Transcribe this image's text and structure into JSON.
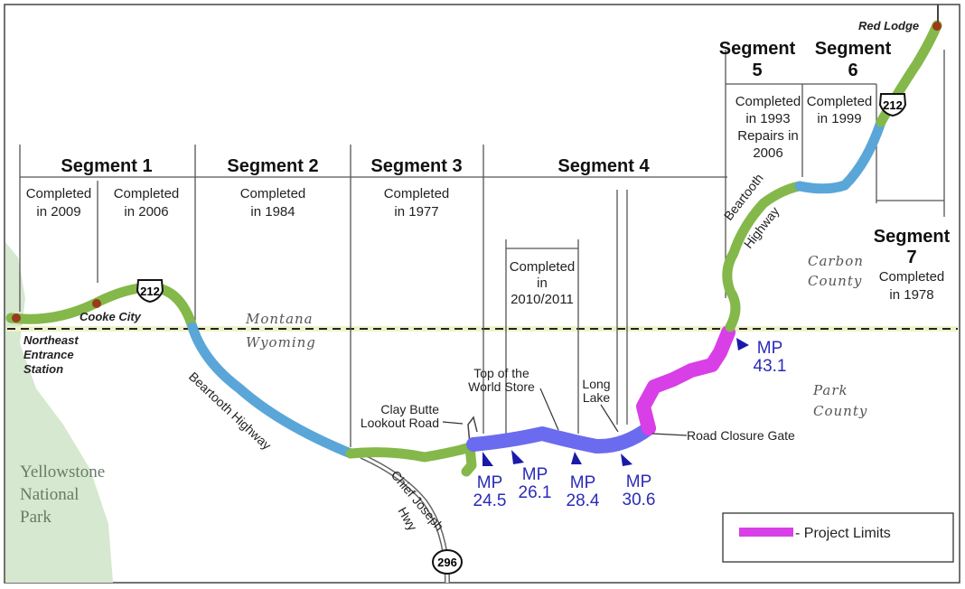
{
  "segments": [
    {
      "title": "Segment 1",
      "subsections": [
        {
          "line1": "Completed",
          "line2": "in 2009"
        },
        {
          "line1": "Completed",
          "line2": "in 2006"
        }
      ]
    },
    {
      "title": "Segment 2",
      "line1": "Completed",
      "line2": "in 1984"
    },
    {
      "title": "Segment 3",
      "line1": "Completed",
      "line2": "in 1977"
    },
    {
      "title": "Segment 4",
      "sub": {
        "line1": "Completed",
        "line2": "in",
        "line3": "2010/2011"
      }
    },
    {
      "title": "Segment",
      "number": "5",
      "lines": [
        "Completed",
        "in 1993",
        "Repairs in",
        "2006"
      ]
    },
    {
      "title": "Segment",
      "number": "6",
      "line1": "Completed",
      "line2": "in 1999"
    },
    {
      "title": "Segment",
      "number": "7",
      "line1": "Completed",
      "line2": "in 1978"
    }
  ],
  "places": {
    "red_lodge": "Red Lodge",
    "cooke_city": "Cooke City",
    "ne_entrance": [
      "Northeast",
      "Entrance",
      "Station"
    ],
    "montana": "Montana",
    "wyoming": "Wyoming",
    "yellowstone": [
      "Yellowstone",
      "National",
      "Park"
    ],
    "carbon_county": [
      "Carbon",
      "County"
    ],
    "park_county": [
      "Park",
      "County"
    ],
    "beartooth_hwy_1": "Beartooth Highway",
    "beartooth_hwy_2": [
      "Beartooth",
      "Highway"
    ],
    "chief_joseph": [
      "Chief Joseph",
      "Hwy"
    ],
    "clay_butte": [
      "Clay Butte",
      "Lookout Road"
    ],
    "top_of_world": [
      "Top of the",
      "World Store"
    ],
    "long_lake": [
      "Long",
      "Lake"
    ],
    "road_closure": "Road Closure Gate"
  },
  "shields": {
    "us212": "212",
    "wy296": "296"
  },
  "mileposts": [
    {
      "label": "MP",
      "value": "24.5"
    },
    {
      "label": "MP",
      "value": "26.1"
    },
    {
      "label": "MP",
      "value": "28.4"
    },
    {
      "label": "MP",
      "value": "30.6"
    },
    {
      "label": "MP",
      "value": "43.1"
    }
  ],
  "legend": {
    "project_limits": "- Project Limits"
  },
  "colors": {
    "green": "#84b84a",
    "blue": "#5aa6d8",
    "purple": "#6b6bef",
    "magenta": "#d93fe6",
    "park": "#d6e8cf",
    "town": "#9b3a1a",
    "mp": "#1a1aa8"
  }
}
